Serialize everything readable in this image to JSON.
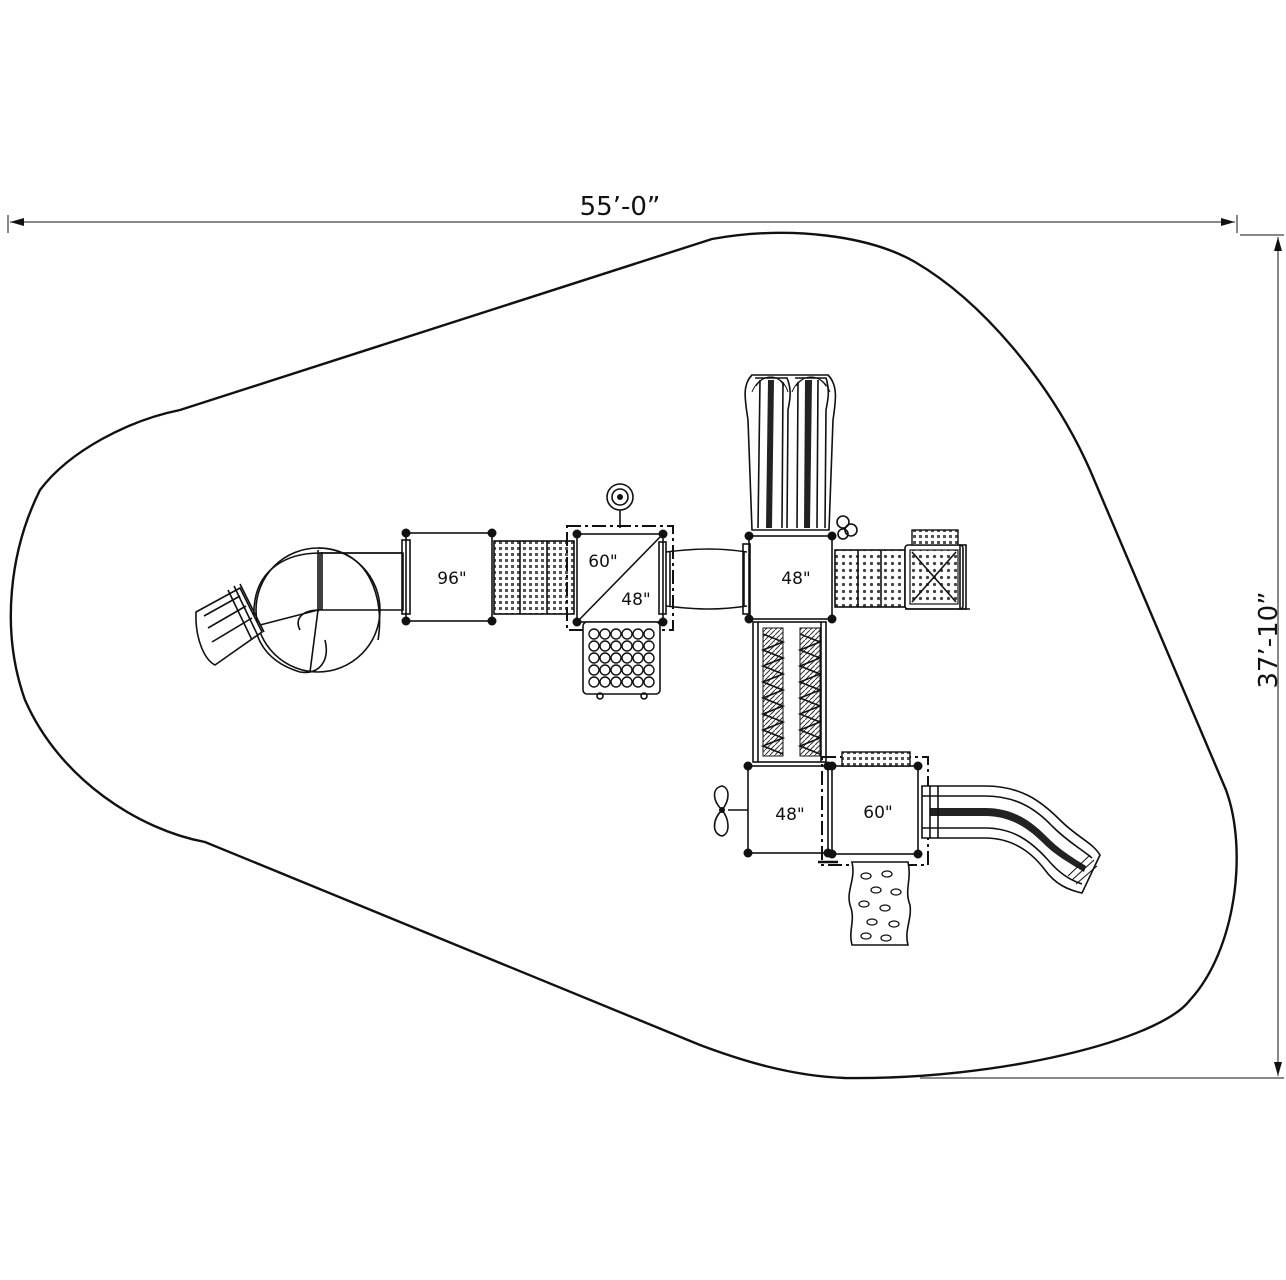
{
  "dimensions": {
    "width": "55’-0”",
    "depth": "37’-10”"
  },
  "decks": [
    {
      "id": "deck-96",
      "label": "96\""
    },
    {
      "id": "deck-60-top",
      "label": "60\""
    },
    {
      "id": "deck-48-tri",
      "label": "48\""
    },
    {
      "id": "deck-48-mid",
      "label": "48\""
    },
    {
      "id": "deck-48-low",
      "label": "48\""
    },
    {
      "id": "deck-60-low",
      "label": "60\""
    }
  ]
}
